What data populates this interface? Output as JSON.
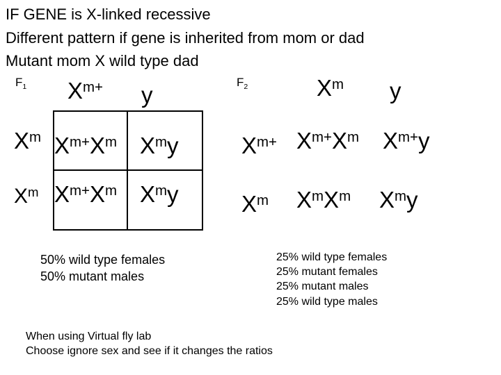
{
  "heading": {
    "line1": "IF GENE is X-linked recessive",
    "line2": "Different pattern if gene is inherited from mom or dad",
    "line3": "Mutant mom X wild type dad"
  },
  "f1": {
    "label_base": "F",
    "label_sub": "1",
    "col1": {
      "base": "X",
      "sup": "m+"
    },
    "col2": "y",
    "row1": {
      "base": "X",
      "sup": "m"
    },
    "row2": {
      "base": "X",
      "sup": "m"
    },
    "cells": {
      "r1c1": {
        "a": "X",
        "a_sup": "m+",
        "b": "X",
        "b_sup": "m"
      },
      "r1c2": {
        "a": "X",
        "a_sup": "m",
        "b": "y"
      },
      "r2c1": {
        "a": "X",
        "a_sup": "m+",
        "b": "X",
        "b_sup": "m"
      },
      "r2c2": {
        "a": "X",
        "a_sup": "m",
        "b": "y"
      }
    },
    "results": [
      "50%  wild type females",
      "50%  mutant males"
    ]
  },
  "f2": {
    "label_base": "F",
    "label_sub": "2",
    "col1": {
      "base": "X",
      "sup": "m"
    },
    "col2": "y",
    "row1": {
      "base": "X",
      "sup": "m+"
    },
    "row2": {
      "base": "X",
      "sup": "m"
    },
    "cells": {
      "r1c1": {
        "a": "X",
        "a_sup": "m+",
        "b": "X",
        "b_sup": "m"
      },
      "r1c2": {
        "a": "X",
        "a_sup": "m+",
        "b": "y"
      },
      "r2c1": {
        "a": "X",
        "a_sup": "m",
        "b": "X",
        "b_sup": "m"
      },
      "r2c2": {
        "a": "X",
        "a_sup": "m",
        "b": "y"
      }
    },
    "results": [
      "25% wild type females",
      "25% mutant females",
      "25% mutant  males",
      "25% wild type males"
    ]
  },
  "footer": {
    "line1": "When using Virtual fly lab",
    "line2": "Choose ignore sex and see if it changes the ratios"
  }
}
